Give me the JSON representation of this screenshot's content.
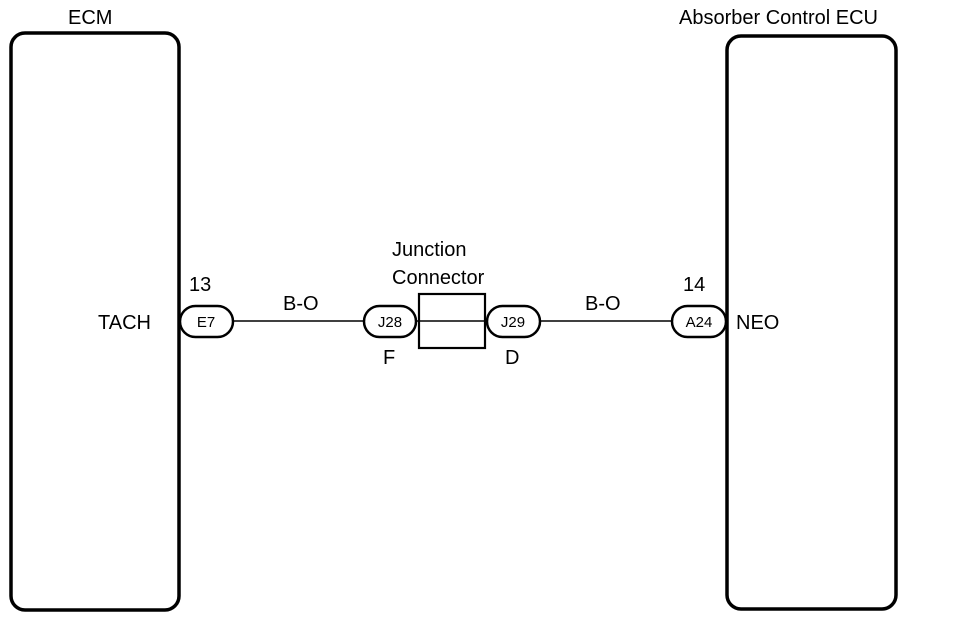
{
  "ecm": {
    "title": "ECM",
    "pin_number": "13",
    "pin_name": "TACH",
    "connector": "E7"
  },
  "ecu": {
    "title": "Absorber Control ECU",
    "pin_number": "14",
    "pin_name": "NEO",
    "connector": "A24"
  },
  "junction": {
    "title_line1": "Junction",
    "title_line2": "Connector",
    "left_connector": "J28",
    "left_pin": "F",
    "right_connector": "J29",
    "right_pin": "D"
  },
  "wires": {
    "left_color": "B-O",
    "right_color": "B-O"
  }
}
